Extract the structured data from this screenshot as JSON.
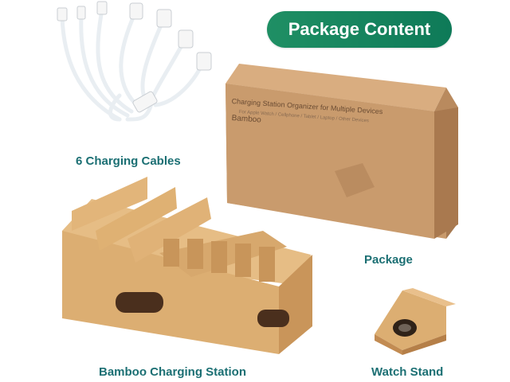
{
  "badge": {
    "title": "Package Content"
  },
  "captions": {
    "cables": "6 Charging Cables",
    "package": "Package",
    "station": "Bamboo Charging Station",
    "watch": "Watch Stand"
  },
  "box_print": {
    "title": "Charging Station Organizer for Multiple Devices",
    "subtitle": "For Apple Watch / Cellphone / Tablet / Laptop / Other Devices",
    "brand": "Bamboo"
  },
  "colors": {
    "badge_green": "#1f8f64",
    "caption_teal": "#1b6f73",
    "bamboo": "#dcae72",
    "cardboard": "#c89a6c"
  }
}
